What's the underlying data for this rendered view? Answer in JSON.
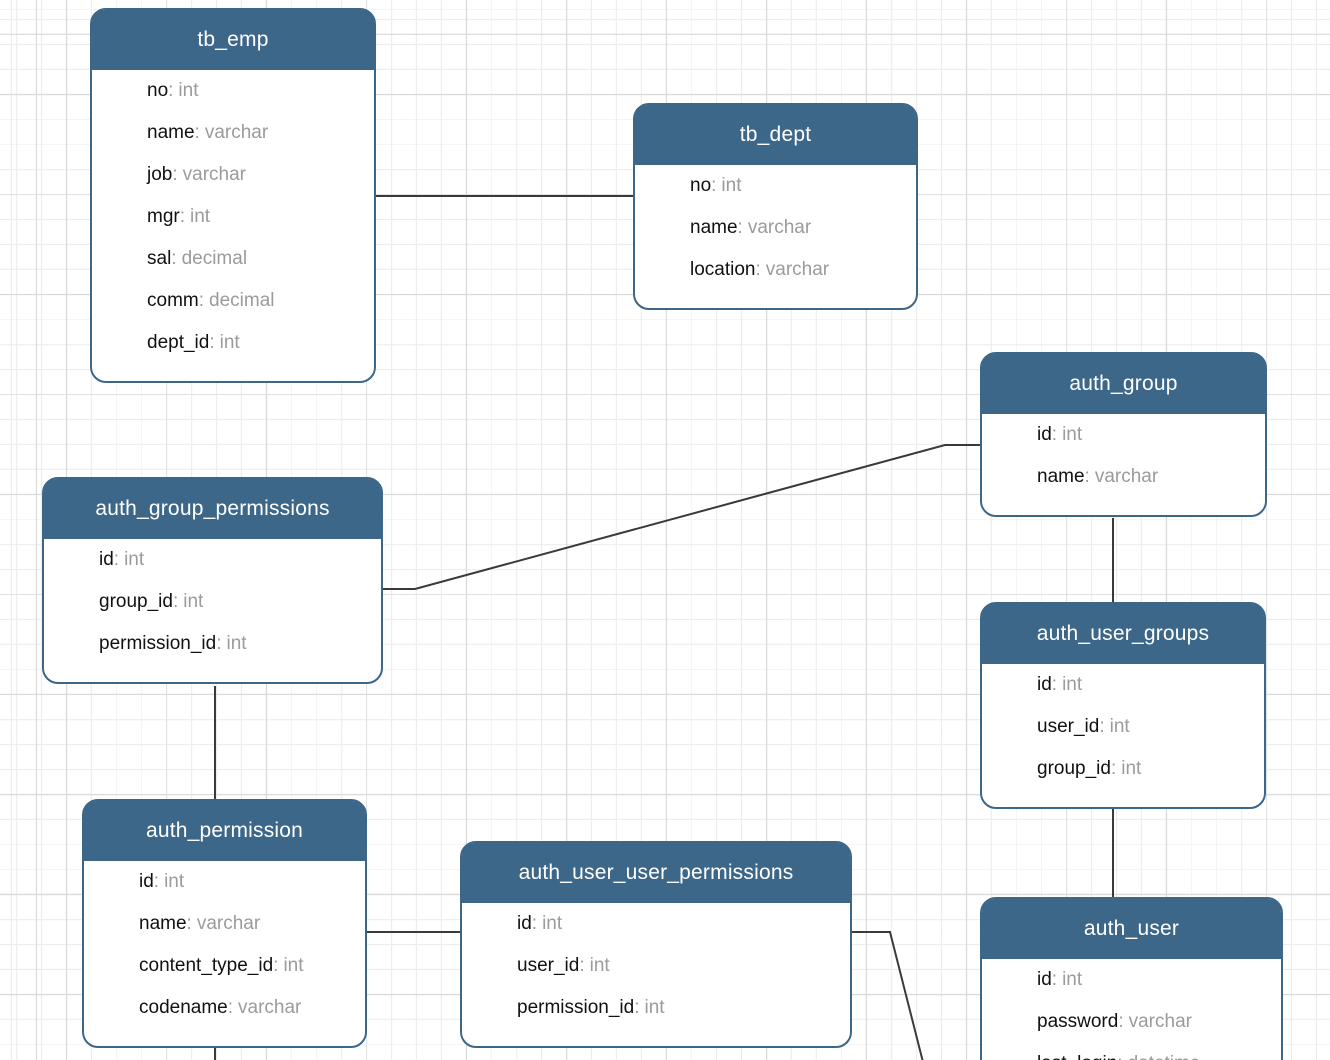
{
  "colors": {
    "table_header": "#3c6789",
    "table_border": "#3c6789",
    "connection_line": "#3a3a3a",
    "field_name_text": "#111111",
    "field_type_text": "#9b9b9b",
    "grid_minor": "#ededed",
    "grid_major": "#d9d9d9"
  },
  "tables": [
    {
      "title": "tb_emp",
      "fields": [
        {
          "name": "no",
          "type": "int"
        },
        {
          "name": "name",
          "type": "varchar"
        },
        {
          "name": "job",
          "type": "varchar"
        },
        {
          "name": "mgr",
          "type": "int"
        },
        {
          "name": "sal",
          "type": "decimal"
        },
        {
          "name": "comm",
          "type": "decimal"
        },
        {
          "name": "dept_id",
          "type": "int"
        }
      ]
    },
    {
      "title": "tb_dept",
      "fields": [
        {
          "name": "no",
          "type": "int"
        },
        {
          "name": "name",
          "type": "varchar"
        },
        {
          "name": "location",
          "type": "varchar"
        }
      ]
    },
    {
      "title": "auth_group",
      "fields": [
        {
          "name": "id",
          "type": "int"
        },
        {
          "name": "name",
          "type": "varchar"
        }
      ]
    },
    {
      "title": "auth_group_permissions",
      "fields": [
        {
          "name": "id",
          "type": "int"
        },
        {
          "name": "group_id",
          "type": "int"
        },
        {
          "name": "permission_id",
          "type": "int"
        }
      ]
    },
    {
      "title": "auth_user_groups",
      "fields": [
        {
          "name": "id",
          "type": "int"
        },
        {
          "name": "user_id",
          "type": "int"
        },
        {
          "name": "group_id",
          "type": "int"
        }
      ]
    },
    {
      "title": "auth_permission",
      "fields": [
        {
          "name": "id",
          "type": "int"
        },
        {
          "name": "name",
          "type": "varchar"
        },
        {
          "name": "content_type_id",
          "type": "int"
        },
        {
          "name": "codename",
          "type": "varchar"
        }
      ]
    },
    {
      "title": "auth_user_user_permissions",
      "fields": [
        {
          "name": "id",
          "type": "int"
        },
        {
          "name": "user_id",
          "type": "int"
        },
        {
          "name": "permission_id",
          "type": "int"
        }
      ]
    },
    {
      "title": "auth_user",
      "fields": [
        {
          "name": "id",
          "type": "int"
        },
        {
          "name": "password",
          "type": "varchar"
        },
        {
          "name": "last_login",
          "type": "datetime"
        }
      ]
    }
  ],
  "connections": [
    {
      "from": "tb_emp",
      "to": "tb_dept"
    },
    {
      "from": "auth_group_permissions",
      "to": "auth_group"
    },
    {
      "from": "auth_group",
      "to": "auth_user_groups"
    },
    {
      "from": "auth_user_groups",
      "to": "auth_user"
    },
    {
      "from": "auth_group_permissions",
      "to": "auth_permission"
    },
    {
      "from": "auth_permission",
      "to": "auth_user_user_permissions"
    },
    {
      "from": "auth_user_user_permissions",
      "to": "offscreen-bottom"
    },
    {
      "from": "auth_permission",
      "to": "offscreen-bottom"
    }
  ]
}
